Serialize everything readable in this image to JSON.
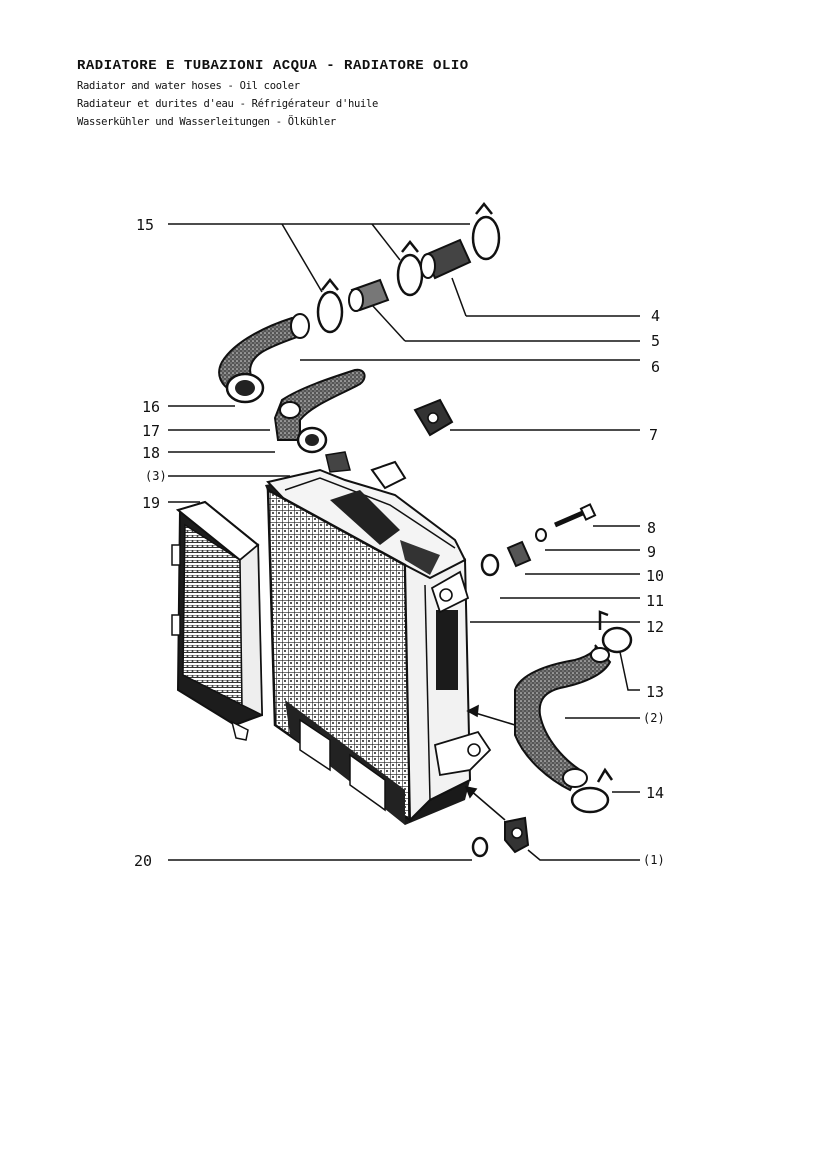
{
  "header": {
    "title": "RADIATORE E TUBAZIONI ACQUA - RADIATORE OLIO",
    "subtitle_en": "Radiator and water hoses - Oil  cooler",
    "subtitle_fr": "Radiateur et durites d'eau - Réfrigérateur d'huile",
    "subtitle_de": "Wasserkühler und Wasserleitungen - Ölkühler"
  },
  "callouts": {
    "c15": "15",
    "c16": "16",
    "c17": "17",
    "c18": "18",
    "c3": "(3)",
    "c19": "19",
    "c20": "20",
    "c4": "4",
    "c5": "5",
    "c6": "6",
    "c7": "7",
    "c8": "8",
    "c9": "9",
    "c10": "10",
    "c11": "11",
    "c12": "12",
    "c13": "13",
    "c2": "(2)",
    "c14": "14",
    "c1": "(1)"
  }
}
